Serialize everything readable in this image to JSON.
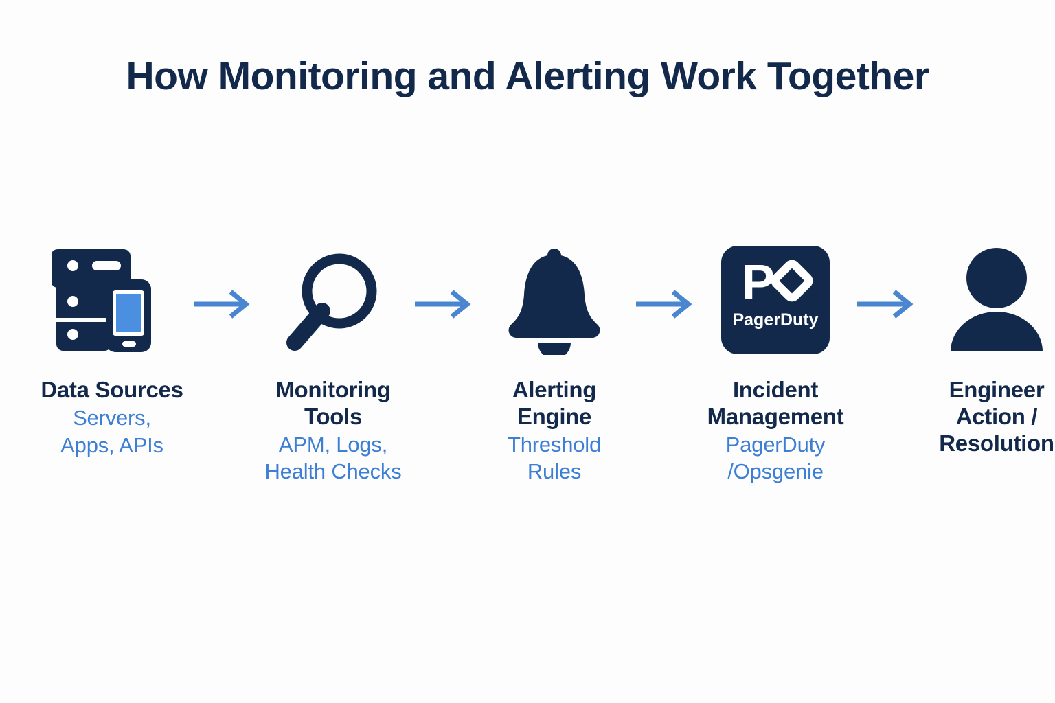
{
  "page": {
    "title": "How Monitoring and Alerting Work Together",
    "background_color": "#fdfdfd",
    "navy": "#13294b",
    "blue": "#3d7fd4",
    "arrow_color": "#4a86d0"
  },
  "flow": {
    "steps": [
      {
        "icon": "server-rack-and-mobile-icon",
        "title": "Data Sources",
        "subtitle": "Servers,\nApps, APIs",
        "subtitle_lines": [
          "Servers,",
          "Apps, APIs"
        ]
      },
      {
        "icon": "magnifying-glass-icon",
        "title": "Monitoring Tools",
        "title_lines": [
          "Monitoring",
          "Tools"
        ],
        "subtitle": "APM, Logs,\nHealth Checks",
        "subtitle_lines": [
          "APM, Logs,",
          "Health Checks"
        ]
      },
      {
        "icon": "bell-icon",
        "title": "Alerting Engine",
        "title_lines": [
          "Alerting",
          "Engine"
        ],
        "subtitle": "Threshold Rules",
        "subtitle_lines": [
          "Threshold",
          "Rules"
        ]
      },
      {
        "icon": "pagerduty-logo-icon",
        "title": "Incident Management",
        "title_lines": [
          "Incident",
          "Management"
        ],
        "subtitle": "PagerDuty /Opsgenie",
        "subtitle_lines": [
          "PagerDuty",
          "/Opsgenie"
        ]
      },
      {
        "icon": "person-icon",
        "title": "Engineer Action / Resolution",
        "title_lines": [
          "Engineer",
          "Action /",
          "Resolution"
        ],
        "subtitle": "",
        "subtitle_lines": []
      }
    ],
    "arrows": [
      {
        "icon": "arrow-right-icon"
      },
      {
        "icon": "arrow-right-icon"
      },
      {
        "icon": "arrow-right-icon"
      },
      {
        "icon": "arrow-right-icon"
      }
    ]
  },
  "pagerduty_logo": {
    "wordmark": "PagerDuty",
    "letter": "P"
  }
}
